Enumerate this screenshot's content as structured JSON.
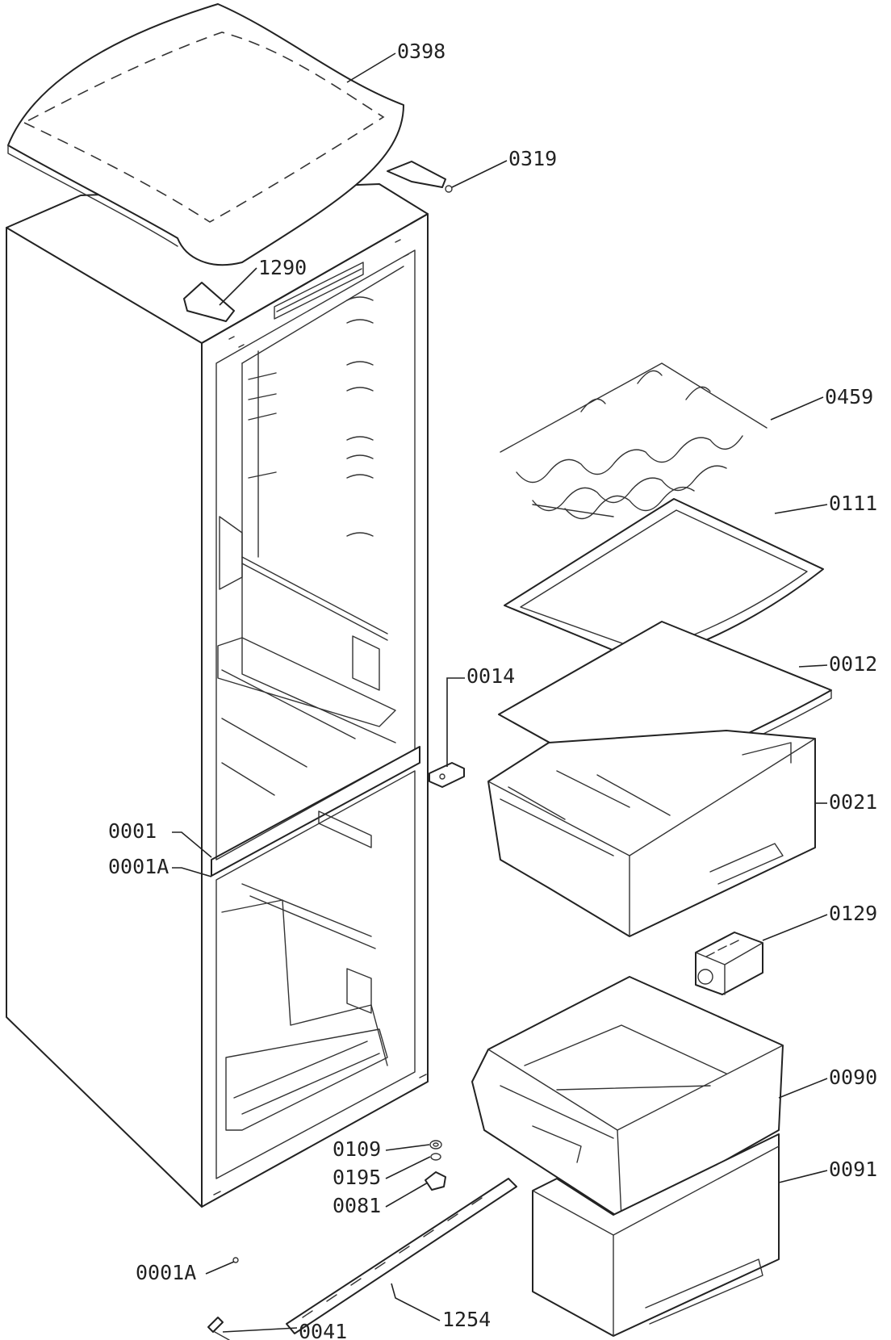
{
  "labels": {
    "p0398": "0398",
    "p0319": "0319",
    "p1290": "1290",
    "p0459": "0459",
    "p0111": "0111",
    "p0012": "0012",
    "p0014": "0014",
    "p0021": "0021",
    "p0001": "0001",
    "p0001A_top": "0001A",
    "p0129": "0129",
    "p0090": "0090",
    "p0109": "0109",
    "p0195": "0195",
    "p0081": "0081",
    "p0091": "0091",
    "p0001A_bottom": "0001A",
    "p1254": "1254",
    "p0041": "0041"
  }
}
